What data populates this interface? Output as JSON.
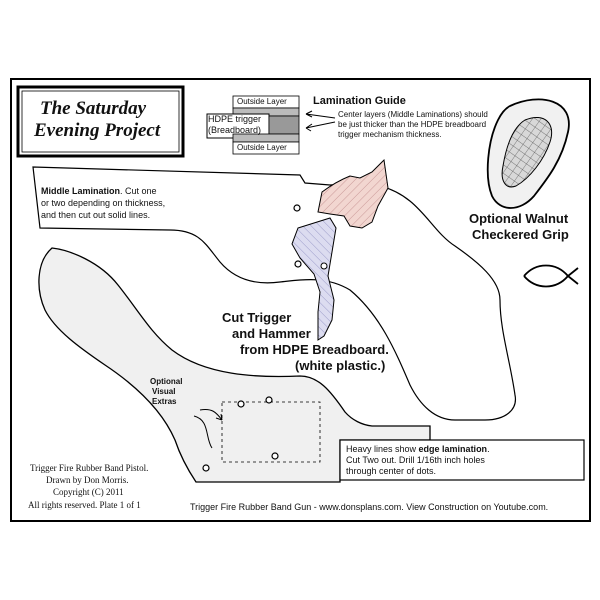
{
  "title": {
    "line1": "The Saturday",
    "line2": "Evening Project"
  },
  "lamination_guide": {
    "heading": "Lamination Guide",
    "outside_top": "Outside Layer",
    "outside_bottom": "Outside Layer",
    "hdpe_line1": "HDPE trigger",
    "hdpe_line2": "(Breadboard)",
    "note_line1": "Center layers (Middle Laminations) should",
    "note_line2": "be just thicker than the HDPE breadboard",
    "note_line3": "trigger mechanism thickness."
  },
  "middle_lamination": {
    "bold": "Middle Lamination",
    "rest_line1": ".  Cut one",
    "line2": "or two depending on thickness,",
    "line3": "and then cut out solid lines."
  },
  "grip": {
    "line1": "Optional Walnut",
    "line2": "Checkered Grip"
  },
  "cut_trigger": {
    "line1": "Cut Trigger",
    "line2": "and Hammer",
    "line3": "from HDPE Breadboard.",
    "line4": "(white plastic.)"
  },
  "visual_extras": {
    "line1": "Optional",
    "line2": "Visual",
    "line3": "Extras"
  },
  "edge_note": {
    "line1_prefix": "Heavy lines show ",
    "line1_bold": "edge lamination",
    "line1_suffix": ".",
    "line2": "Cut Two out.  Drill 1/16th inch holes",
    "line3": "through center of dots."
  },
  "credits": {
    "line1": "Trigger Fire Rubber Band Pistol.",
    "line2": "Drawn by Don Morris.",
    "line3": "Copyright (C) 2011",
    "line4": "All rights reserved.     Plate 1 of 1"
  },
  "footer": "Trigger Fire Rubber Band Gun - www.donsplans.com.  View Construction on Youtube.com.",
  "colors": {
    "hammer_fill": "#f2d6d0",
    "trigger_fill": "#dcdcf0",
    "body_fill": "#f0f0f0",
    "grip_fill": "#f1f1f1"
  }
}
